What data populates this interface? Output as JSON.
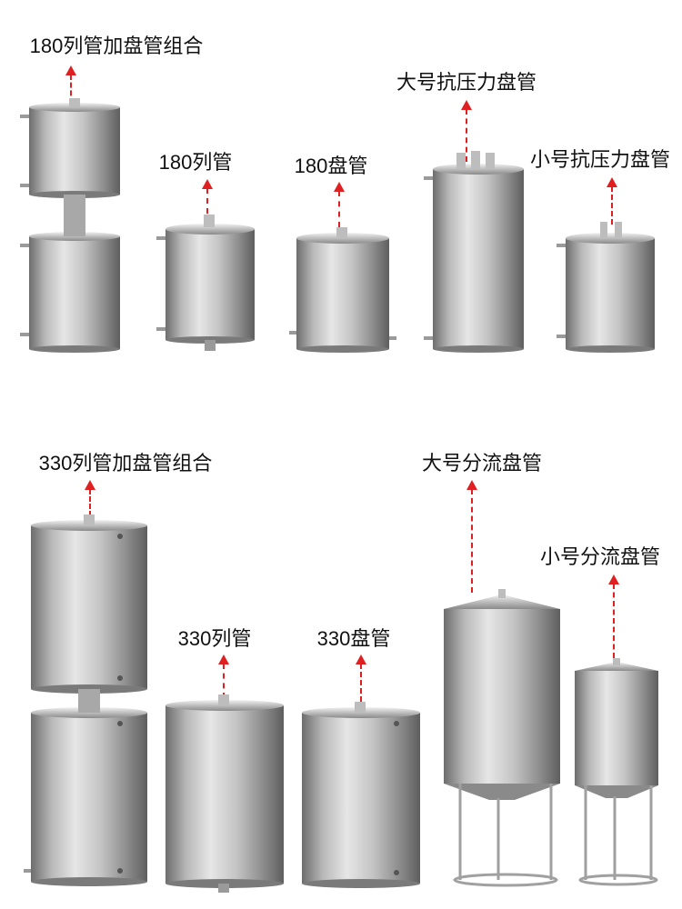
{
  "top_row": {
    "combo_label": "180列管加盘管组合",
    "tube_label": "180列管",
    "coil_label": "180盘管",
    "large_pressure_label": "大号抗压力盘管",
    "small_pressure_label": "小号抗压力盘管"
  },
  "bottom_row": {
    "combo_label": "330列管加盘管组合",
    "tube_label": "330列管",
    "coil_label": "330盘管",
    "large_split_label": "大号分流盘管",
    "small_split_label": "小号分流盘管"
  },
  "colors": {
    "arrow": "#e02020",
    "steel_light": "#e6e6e6",
    "steel_dark": "#6d6d6d",
    "label_text": "#111111"
  }
}
